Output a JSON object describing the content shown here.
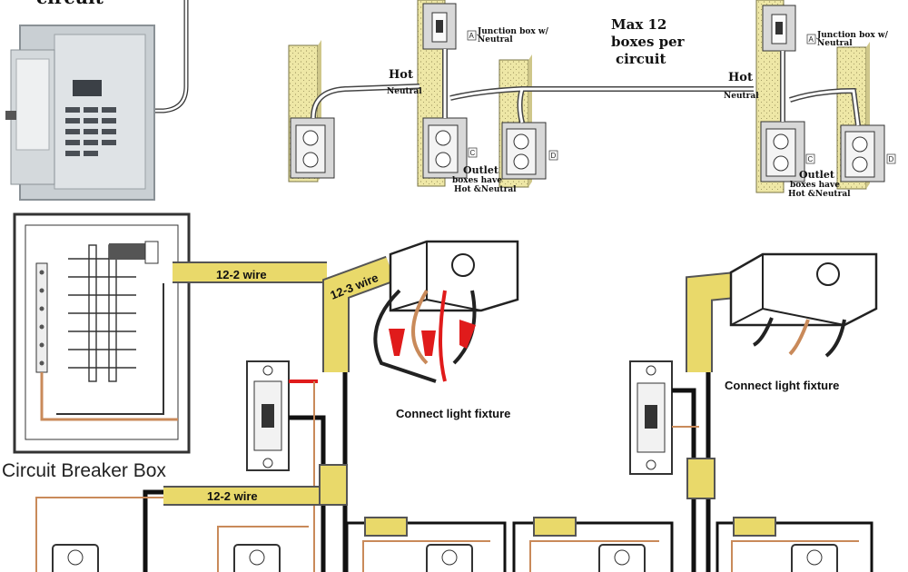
{
  "top": {
    "panel_caption": "circuit",
    "junction_label": "Junction box w/ Neutral",
    "junction_label_line1": "Junction box w/",
    "junction_label_line2": "Neutral",
    "box_letter_a": "A",
    "box_letter_c": "C",
    "box_letter_d": "D",
    "hot_label": "Hot",
    "neutral_label": "Neutral",
    "max_line1": "Max 12",
    "max_line2": "boxes per",
    "max_line3": "circuit",
    "outlet_line1": "Outlet",
    "outlet_line2": "boxes have",
    "outlet_line3": "Hot &Neutral"
  },
  "bottom": {
    "breaker_box_label": "Circuit Breaker Box",
    "wire_12_2": "12-2 wire",
    "wire_12_3": "12-3 wire",
    "connect_fixture": "Connect light fixture"
  },
  "colors": {
    "cable_yellow": "#e9d96a",
    "hot_red": "#e01b1b",
    "copper": "#c98a5a",
    "wall_stud": "#efe7a0",
    "panel_gray": "#c9cfd3"
  }
}
